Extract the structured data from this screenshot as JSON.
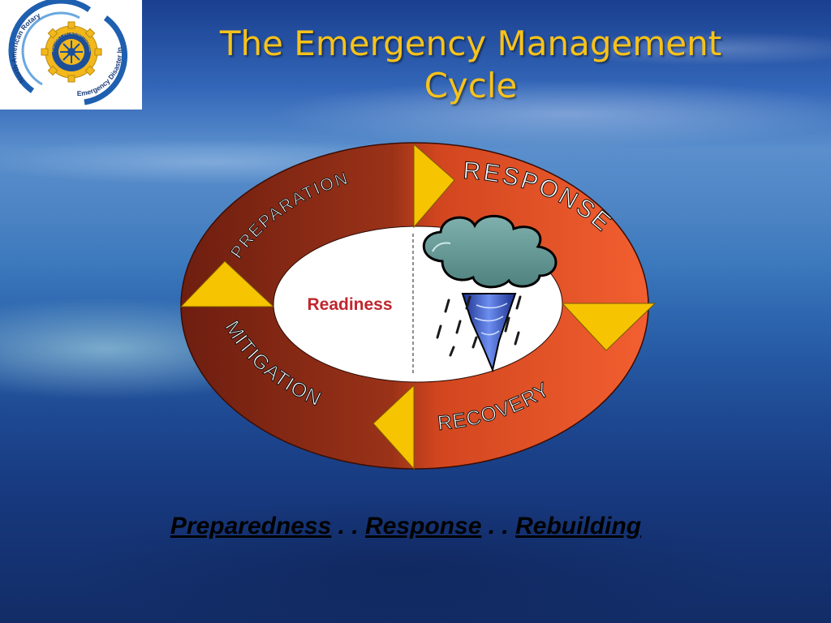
{
  "slide": {
    "title_line1": "The Emergency Management",
    "title_line2": "Cycle"
  },
  "logo": {
    "text_top": "North American Rotary",
    "text_bottom": "Emergency Disaster Initiative",
    "wheel_text": "ROTARY INTERNATIONAL"
  },
  "cycle": {
    "phases": {
      "preparation": "PREPARATION",
      "response": "RESPONSE",
      "recovery": "RECOVERY",
      "mitigation": "MITIGATION"
    },
    "center_label": "Readiness"
  },
  "tagline": {
    "word1": "Preparedness",
    "sep1": " . . ",
    "word2": "Response",
    "sep2": " . . ",
    "word3": "Rebuilding"
  },
  "colors": {
    "title": "#f7c21a",
    "ring_dark": "#8a2a16",
    "ring_bright": "#ee5a2e",
    "arrow": "#f6c400",
    "center_label": "#c0262e"
  }
}
